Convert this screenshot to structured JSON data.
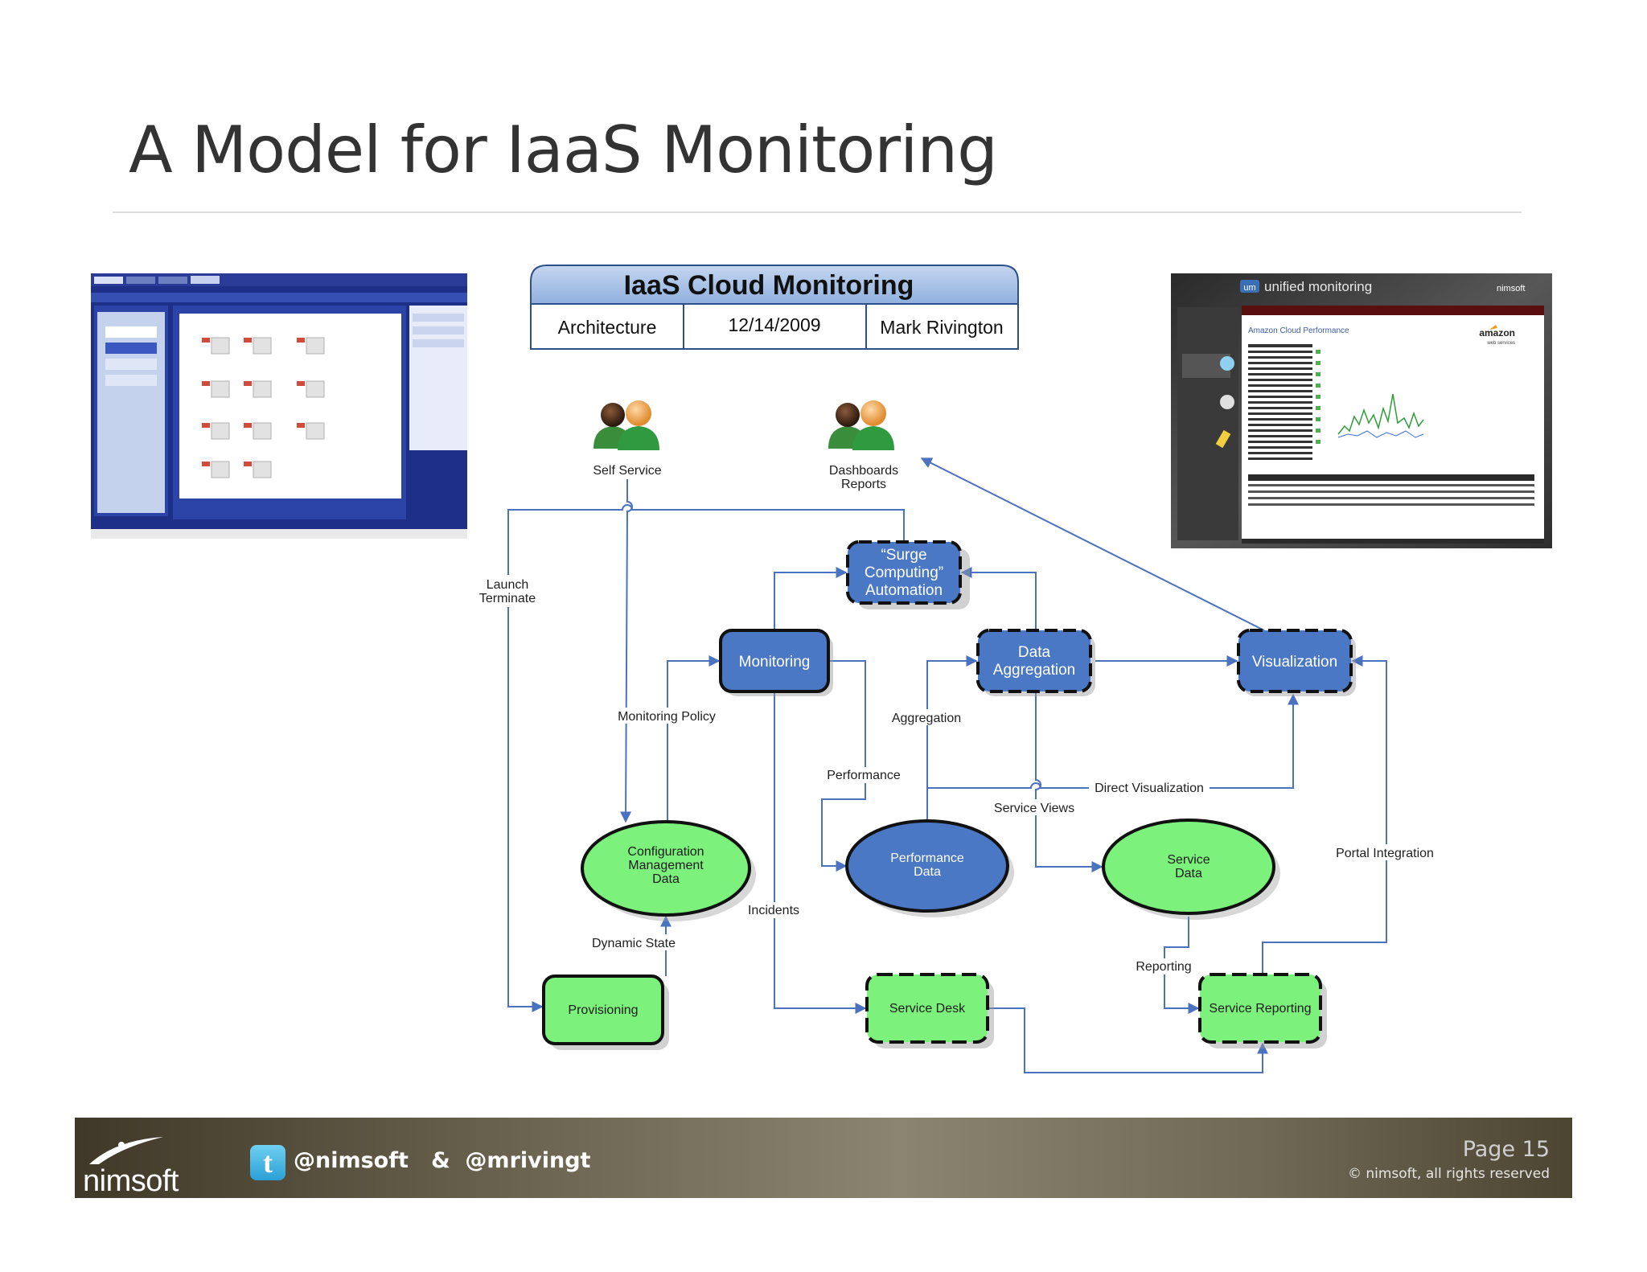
{
  "slide": {
    "title": "A Model for IaaS Monitoring"
  },
  "header_box": {
    "title": "IaaS Cloud Monitoring",
    "cells": [
      "Architecture",
      "12/14/2009",
      "Mark Rivington"
    ]
  },
  "actors": [
    {
      "label": "Self Service"
    },
    {
      "label_line1": "Dashboards",
      "label_line2": "Reports"
    }
  ],
  "nodes": {
    "surge": [
      "“Surge",
      "Computing”",
      "Automation"
    ],
    "monitoring": "Monitoring",
    "data_aggregation": [
      "Data",
      "Aggregation"
    ],
    "visualization": "Visualization",
    "cmdb": [
      "Configuration",
      "Management",
      "Data"
    ],
    "performance_data": [
      "Performance",
      "Data"
    ],
    "service_data": [
      "Service",
      "Data"
    ],
    "provisioning": "Provisioning",
    "service_desk": "Service Desk",
    "service_reporting": "Service Reporting"
  },
  "edge_labels": {
    "launch": "Launch",
    "terminate": "Terminate",
    "monitoring_policy": "Monitoring Policy",
    "aggregation": "Aggregation",
    "performance": "Performance",
    "direct_visualization": "Direct Visualization",
    "service_views": "Service Views",
    "portal_integration": "Portal Integration",
    "incidents": "Incidents",
    "dynamic_state": "Dynamic State",
    "reporting": "Reporting"
  },
  "thumb_right": {
    "brand": "unified monitoring",
    "page_title": "Amazon Cloud Performance",
    "vendor": "amazon",
    "vendor_sub": "web services",
    "logo": "nimsoft"
  },
  "footer": {
    "logo_text": "nimsoft",
    "handles": "@nimsoft   &  @mrivingt",
    "page": "Page 15",
    "copyright": "© nimsoft, all rights reserved"
  },
  "colors": {
    "blue_node": "#4a78c4",
    "green_node": "#7cf27c",
    "arrow": "#4a72c0",
    "header_fill": "#a9c2e6"
  }
}
